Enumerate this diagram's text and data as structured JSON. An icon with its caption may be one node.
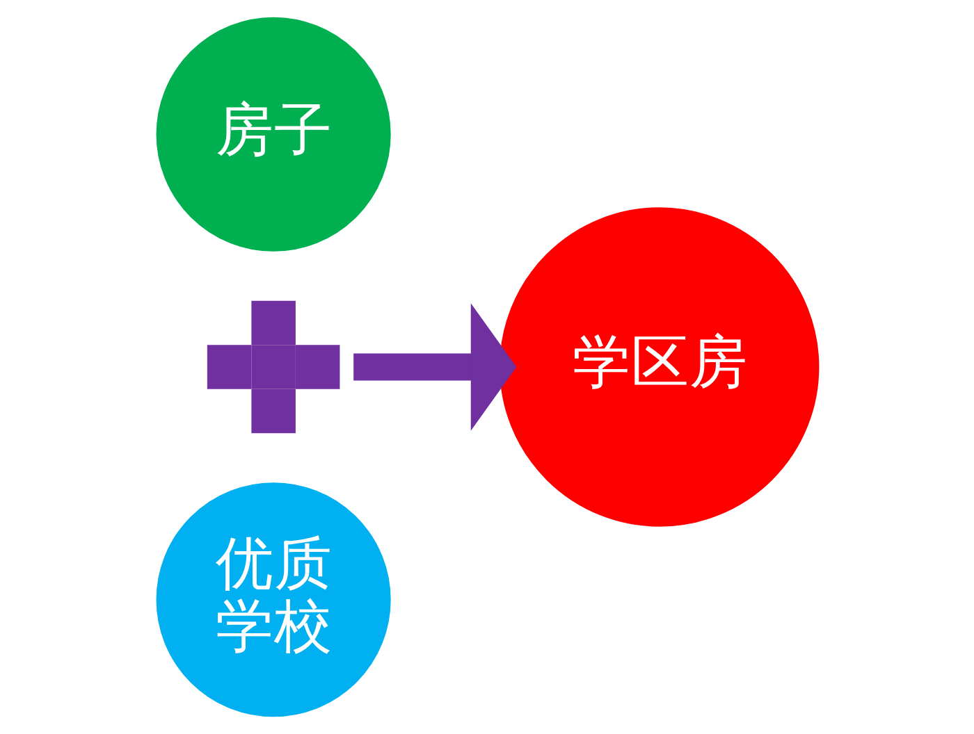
{
  "diagram": {
    "nodes": [
      {
        "text": [
          "房子"
        ]
      },
      {
        "text": [],
        "shape": "plus"
      },
      {
        "text": [
          "优质学校"
        ]
      },
      {
        "text": [
          "学区房"
        ]
      }
    ],
    "edges": [
      {
        "from": 1,
        "to": 3,
        "arrow": "to",
        "color": "#7030a0"
      }
    ]
  }
}
